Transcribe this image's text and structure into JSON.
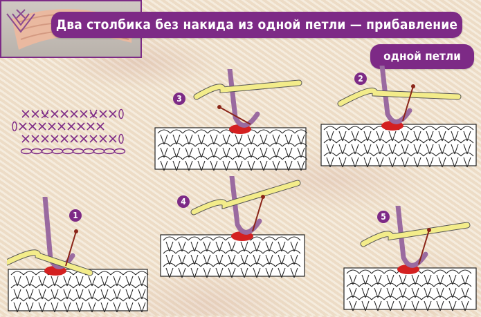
{
  "header": {
    "title": "Два столбика без накида из одной петли — прибавление",
    "subtitle": "одной петли"
  },
  "chart_symbols": {
    "rows": [
      [
        "x",
        "x",
        "v",
        "x",
        "x",
        "x",
        "x",
        "v",
        "x",
        "x",
        "o"
      ],
      [
        "o",
        "x",
        "x",
        "x",
        "x",
        "x",
        "x",
        "x",
        "x",
        "x"
      ],
      [
        "x",
        "x",
        "x",
        "x",
        "x",
        "x",
        "x",
        "x",
        "x",
        "x",
        "o"
      ]
    ],
    "chain_count": 10
  },
  "steps": [
    {
      "number": "1"
    },
    {
      "number": "2"
    },
    {
      "number": "3"
    },
    {
      "number": "4"
    },
    {
      "number": "5"
    }
  ],
  "colors": {
    "accent": "#7d2a86",
    "yarn": "#9a6aa0",
    "hook": "#f3ec8a",
    "highlight": "#d42020",
    "arrow": "#8a2418"
  }
}
